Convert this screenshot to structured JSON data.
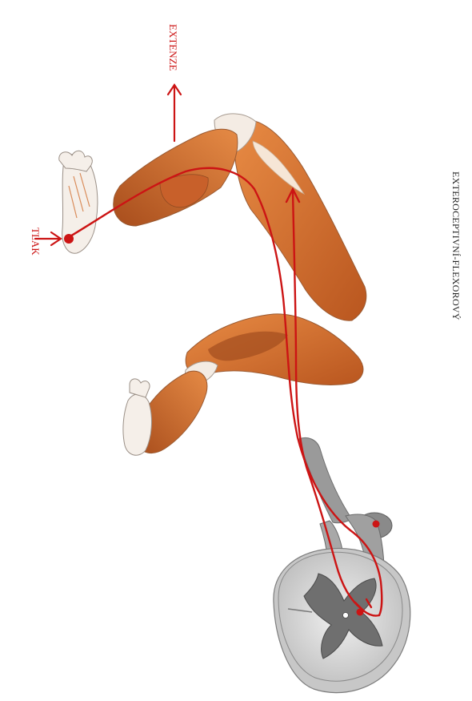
{
  "figure": {
    "title": "EXTEROCEPTIVNÍ-FLEXOROVÝ",
    "labels": {
      "extension": "EXTENZE",
      "pressure": "TLAK"
    }
  },
  "colors": {
    "background": "#ffffff",
    "pathway": "#cc1414",
    "muscle": "#d9742e",
    "muscle_dark": "#a4471b",
    "tendon": "#f3ede6",
    "outline": "#9a8f86",
    "nerve": "#8f8f8f",
    "gray_matter": "#6f6f6f",
    "white_matter": "#e6e6e6",
    "text": "#222222"
  }
}
